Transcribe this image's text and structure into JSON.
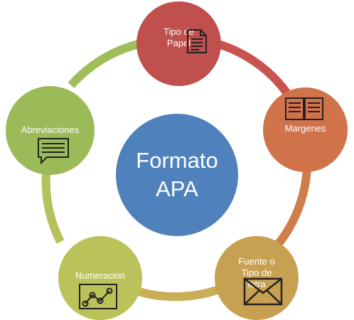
{
  "diagram": {
    "center": {
      "line1": "Formato",
      "line2": "APA"
    },
    "nodes": [
      {
        "label_line1": "Tipo de",
        "label_line2": "Papel",
        "icon": "document-icon"
      },
      {
        "label_line1": "Margenes",
        "label_line2": "",
        "icon": "book-icon"
      },
      {
        "label_line1": "Fuente o",
        "label_line2": "Tipo de",
        "label_line3": "letra",
        "icon": "envelope-icon"
      },
      {
        "label_line1": "Numeracion",
        "label_line2": "",
        "icon": "line-chart-icon"
      },
      {
        "label_line1": "Abreviaciones",
        "label_line2": "",
        "icon": "speech-bubble-icon"
      }
    ]
  },
  "colors": {
    "center": "#4f81bd",
    "tipo_de_papel": "#c0504d",
    "margenes": "#d0734a",
    "fuente": "#c8a052",
    "numeracion": "#bcc25a",
    "abreviaciones": "#9bbb59"
  }
}
